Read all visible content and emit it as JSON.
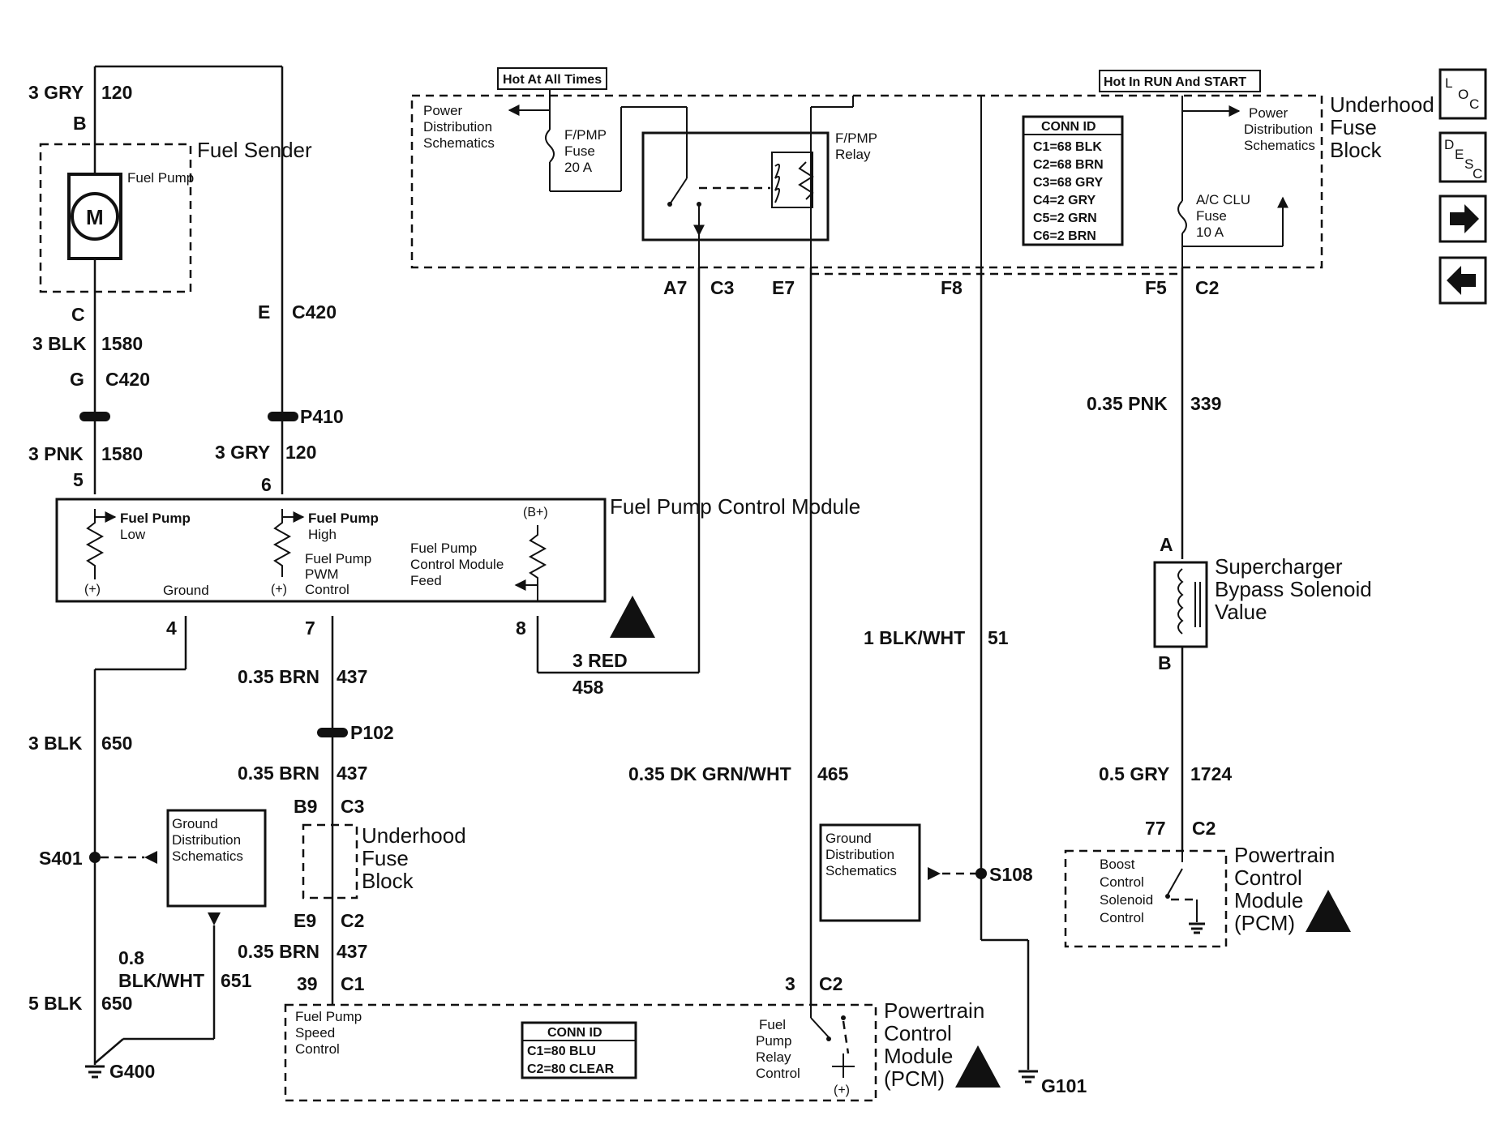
{
  "fuel_sender": {
    "title": "Fuel Sender",
    "pump_label": "Fuel Pump",
    "motor_symbol": "M",
    "top_wire_gauge": "3 GRY",
    "top_wire_circuit": "120",
    "pin_top": "B",
    "pin_bottom": "C"
  },
  "c420": {
    "wire1_gauge": "3 BLK",
    "wire1_circuit": "1580",
    "pin_g": "G",
    "pin_e": "E",
    "label": "C420"
  },
  "p410": {
    "label": "P410",
    "left_gauge": "3 PNK",
    "left_circuit": "1580",
    "right_gauge": "3 GRY",
    "right_circuit": "120"
  },
  "fpcm": {
    "title": "Fuel Pump Control Module",
    "pin5": "5",
    "pin6": "6",
    "pin4": "4",
    "pin7": "7",
    "pin8": "8",
    "fuel_pump_low": "Fuel Pump Low",
    "fuel_pump_high": "Fuel Pump High",
    "pwm_control": "Fuel Pump PWM Control",
    "ground": "Ground",
    "plus": "(+)",
    "b_plus": "(B+)",
    "feed": "Fuel Pump Control Module Feed"
  },
  "underhood_top": {
    "title": "Underhood Fuse Block",
    "hot_at_all_times": "Hot At All Times",
    "hot_in_run_start": "Hot In RUN And START",
    "power_dist_left": "Power Distribution Schematics",
    "power_dist_right": "Power Distribution Schematics",
    "fpmp_fuse": "F/PMP Fuse 20 A",
    "fpmp_relay": "F/PMP Relay",
    "ac_clu_fuse": "A/C CLU Fuse 10 A",
    "conn_id_title": "CONN ID",
    "conn_ids": [
      "C1=68 BLK",
      "C2=68 BRN",
      "C3=68 GRY",
      "C4=2 GRY",
      "C5=2 GRN",
      "C6=2 BRN"
    ],
    "pin_a7": "A7",
    "pin_c3": "C3",
    "pin_e7": "E7",
    "pin_f8": "F8",
    "pin_f5": "F5",
    "pin_c2": "C2"
  },
  "wires": {
    "red_gauge": "3 RED",
    "red_circuit": "458",
    "brn_gauge": "0.35 BRN",
    "brn_circuit": "437",
    "blk650_gauge": "3 BLK",
    "blk650_circuit": "650",
    "blk650b_gauge": "5 BLK",
    "blk650b_circuit": "650",
    "blkwht651_gauge_a": "0.8",
    "blkwht651_gauge_b": "BLK/WHT",
    "blkwht651_circuit": "651",
    "dkgrn_gauge": "0.35 DK GRN/WHT",
    "dkgrn_circuit": "465",
    "blkwht51_gauge": "1 BLK/WHT",
    "blkwht51_circuit": "51",
    "pnk_gauge": "0.35 PNK",
    "pnk_circuit": "339",
    "gry_gauge": "0.5 GRY",
    "gry_circuit": "1724"
  },
  "p102": {
    "label": "P102"
  },
  "underhood_mid": {
    "title": "Underhood Fuse Block",
    "pin_b9": "B9",
    "pin_c3": "C3",
    "pin_e9": "E9",
    "pin_c2": "C2"
  },
  "splices": {
    "s401": "S401",
    "s108": "S108",
    "g400": "G400",
    "g101": "G101"
  },
  "ground_dist_left": "Ground Distribution Schematics",
  "ground_dist_right": "Ground Distribution Schematics",
  "supercharger": {
    "title": "Supercharger Bypass Solenoid Value",
    "pin_a": "A",
    "pin_b": "B"
  },
  "pcm_right": {
    "title": "Powertrain Control Module (PCM)",
    "pin_77": "77",
    "pin_c2": "C2",
    "boost_label": "Boost Control Solenoid Control"
  },
  "pcm_bottom": {
    "title": "Powertrain Control Module (PCM)",
    "pin_39": "39",
    "pin_c1": "C1",
    "pin_3": "3",
    "pin_c2": "C2",
    "speed_control": "Fuel Pump Speed Control",
    "relay_control": "Fuel Pump Relay Control",
    "plus": "(+)",
    "conn_id_title": "CONN ID",
    "conn_ids": [
      "C1=80 BLU",
      "C2=80 CLEAR"
    ]
  },
  "nav": {
    "loc_l": "L",
    "loc_o": "O",
    "loc_c": "C",
    "desc_d": "D",
    "desc_e": "E",
    "desc_s": "S",
    "desc_c": "C"
  }
}
